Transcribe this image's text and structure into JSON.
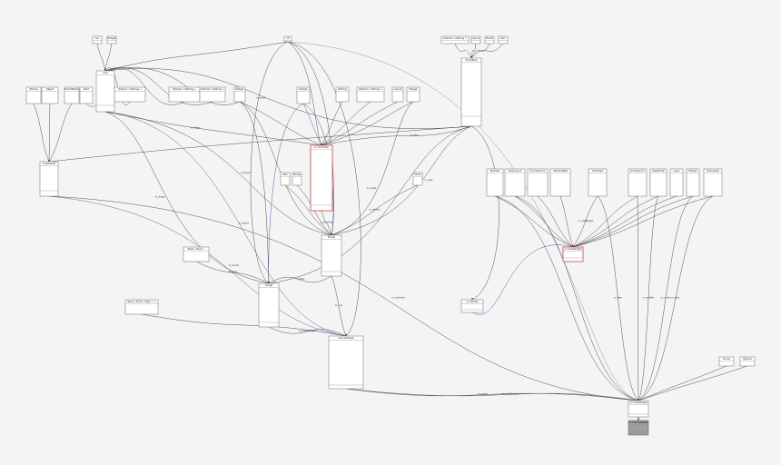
{
  "diagram": {
    "background_color": "#f4f4f4",
    "highlight_color": "#c92a2a",
    "nodes": [
      {
        "id": "n_top_a",
        "label": "osc"
      },
      {
        "id": "n_top_b",
        "label": "Widget"
      },
      {
        "id": "n_top_c",
        "label": "Qt"
      },
      {
        "id": "n_top_d",
        "label": "QVector< QString >"
      },
      {
        "id": "n_top_e",
        "label": "Layout"
      },
      {
        "id": "n_top_f",
        "label": "Model"
      },
      {
        "id": "n_top_g",
        "label": "Item"
      },
      {
        "id": "n_sfx",
        "label": "EventMap"
      },
      {
        "id": "n_mid_a",
        "label": "QString"
      },
      {
        "id": "n_mid_b",
        "label": "QVector< QString >"
      },
      {
        "id": "n_mid_c",
        "label": "QVector< QString >"
      },
      {
        "id": "n_mid_d",
        "label": "QVector< QString >"
      },
      {
        "id": "n_mid_e",
        "label": "Widget"
      },
      {
        "id": "n_mid_f",
        "label": "QString"
      },
      {
        "id": "n_mid_g",
        "label": "QVector< QString >"
      },
      {
        "id": "n_mid_h",
        "label": "Layout"
      },
      {
        "id": "n_mid_i",
        "label": "Widget"
      },
      {
        "id": "n_left_a",
        "label": "Object"
      },
      {
        "id": "n_left_b",
        "label": "EventModel"
      },
      {
        "id": "n_left_c",
        "label": "Point"
      },
      {
        "id": "n_left_d",
        "label": "Widget"
      },
      {
        "id": "n_left_box",
        "label": "TimeModel"
      },
      {
        "id": "n_core",
        "label": "Core"
      },
      {
        "id": "n_red_1",
        "label": "ui::Controller"
      },
      {
        "id": "n_small_a",
        "label": "Item"
      },
      {
        "id": "n_small_b",
        "label": "Shape"
      },
      {
        "id": "n_small_c",
        "label": "Node"
      },
      {
        "id": "n_model",
        "label": "Model"
      },
      {
        "id": "n_tmp_a",
        "label": "Base< Style >"
      },
      {
        "id": "n_image",
        "label": "Image"
      },
      {
        "id": "n_tmp_b",
        "label": "Base< Point< Style > >"
      },
      {
        "id": "n_rt_a",
        "label": "Modifier"
      },
      {
        "id": "n_rt_b",
        "label": "ViewLayout"
      },
      {
        "id": "n_rt_c",
        "label": "ScrollerProxy"
      },
      {
        "id": "n_rt_d",
        "label": "AttributeRef"
      },
      {
        "id": "n_rt_e",
        "label": "TimeView"
      },
      {
        "id": "n_rt_f",
        "label": "ScrollLayout"
      },
      {
        "id": "n_rt_g",
        "label": "ViewModel"
      },
      {
        "id": "n_rt_h",
        "label": "Layer"
      },
      {
        "id": "n_rt_i",
        "label": "Widget"
      },
      {
        "id": "n_rt_j",
        "label": "SceneView"
      },
      {
        "id": "n_red_2",
        "label": "ui::ViewWidget"
      },
      {
        "id": "n_handle",
        "label": "ui::Handle"
      },
      {
        "id": "n_engine",
        "label": "SceneWidget"
      },
      {
        "id": "n_br_a",
        "label": "Scene"
      },
      {
        "id": "n_br_b",
        "label": "Options"
      },
      {
        "id": "n_final",
        "label": "ui::ViewWidget"
      },
      {
        "id": "n_end",
        "label": "ui::SceneWidget"
      }
    ],
    "edges": [
      {
        "label": "m_mainWindow"
      },
      {
        "label": "m_parent"
      },
      {
        "label": "m_model"
      },
      {
        "label": "m_style"
      },
      {
        "label": "m_view"
      },
      {
        "label": "m_scene"
      },
      {
        "label": "m_widget"
      },
      {
        "label": "m_layout"
      },
      {
        "label": "m_image"
      },
      {
        "label": "m_engine"
      },
      {
        "label": "m_handle"
      },
      {
        "label": "m_controller"
      },
      {
        "label": "m_timeView"
      },
      {
        "label": "m_options"
      },
      {
        "label": "m_items"
      },
      {
        "label": "m_core"
      },
      {
        "label": "m_point"
      },
      {
        "label": "m_sceneWidget"
      },
      {
        "label": "m_viewWidget"
      },
      {
        "label": "m_layer"
      },
      {
        "label": "m_modifier"
      },
      {
        "label": "m_scroller"
      },
      {
        "label": "m_attrs"
      }
    ]
  }
}
